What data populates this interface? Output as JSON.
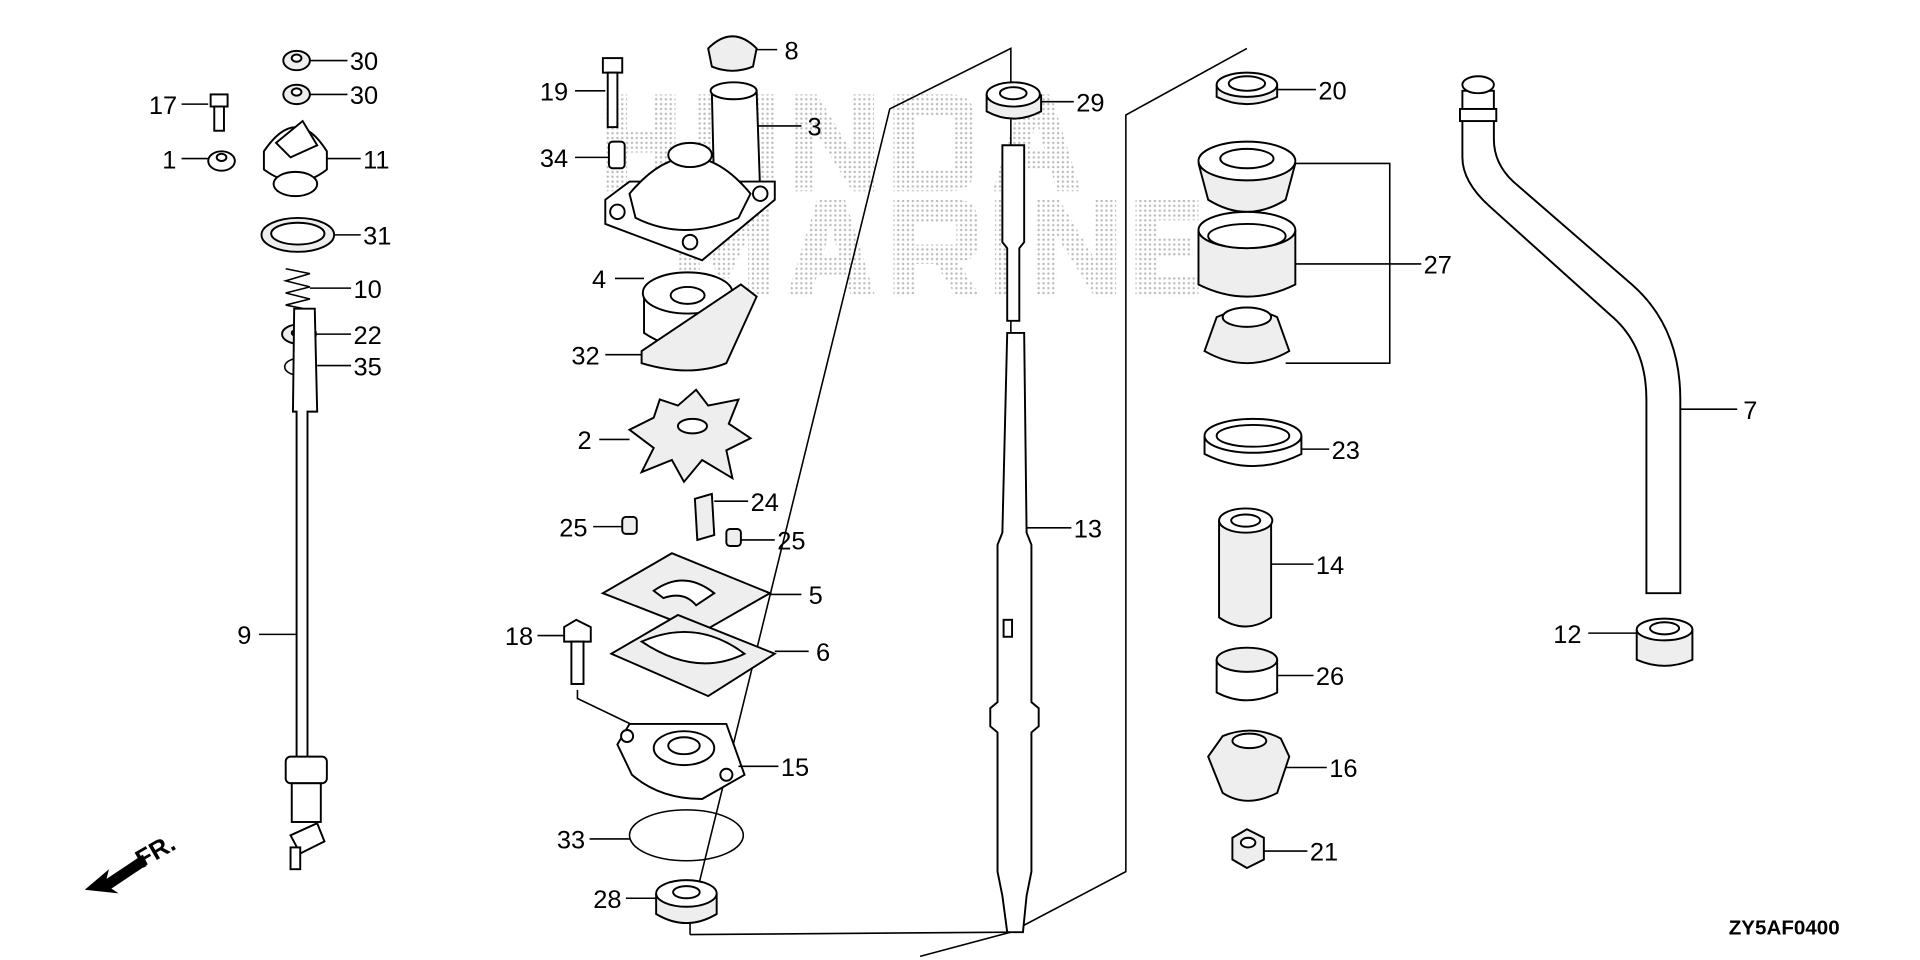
{
  "diagram_code": "ZY5AF0400",
  "front_arrow_label": "FR.",
  "watermark": "HONDA MARINE",
  "callouts": [
    "30",
    "30",
    "17",
    "1",
    "11",
    "31",
    "10",
    "22",
    "35",
    "9",
    "19",
    "8",
    "3",
    "34",
    "29",
    "20",
    "27",
    "4",
    "32",
    "2",
    "24",
    "25",
    "25",
    "5",
    "18",
    "6",
    "15",
    "33",
    "28",
    "13",
    "23",
    "14",
    "26",
    "16",
    "21",
    "7",
    "12"
  ]
}
